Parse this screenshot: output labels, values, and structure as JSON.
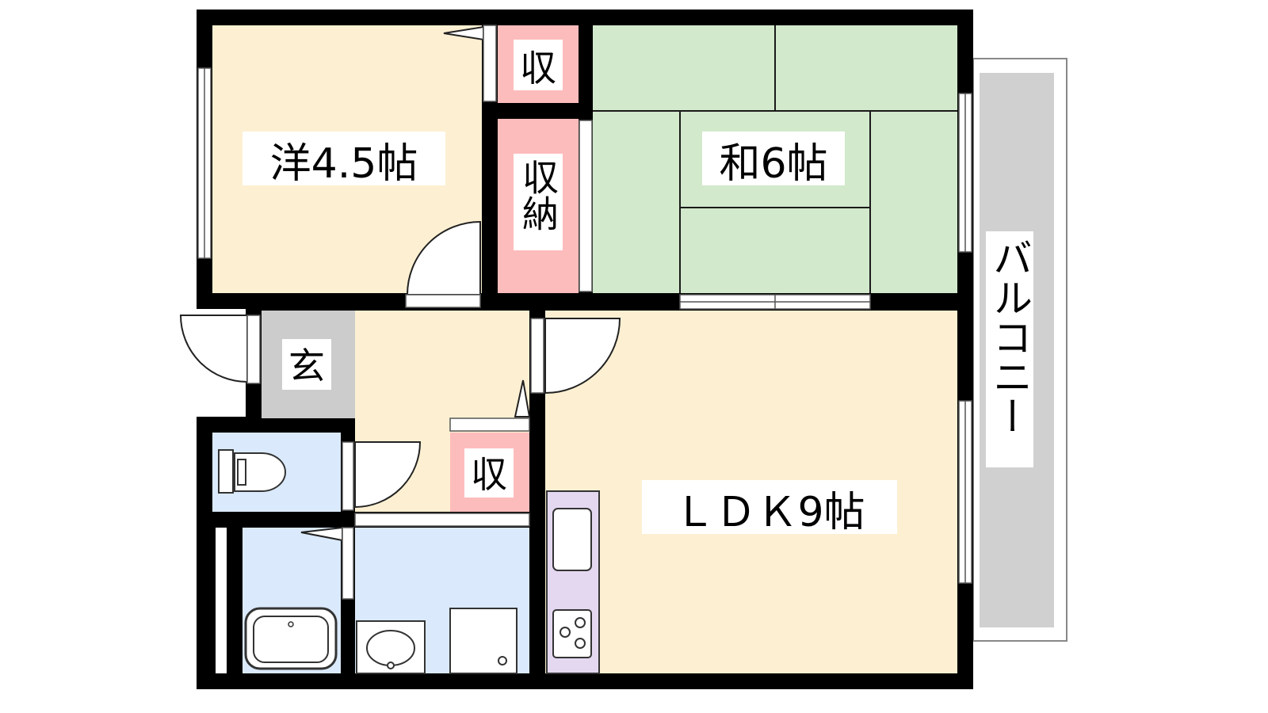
{
  "rooms": {
    "western": {
      "label": "洋4.5帖",
      "color": "#fdf0d2"
    },
    "japanese": {
      "label": "和6帖",
      "color": "#d2e9cc"
    },
    "ldk": {
      "label": "ＬＤＫ9帖",
      "color": "#fdf0d2"
    },
    "closet_top": {
      "label": "収",
      "color": "#fdbcbc"
    },
    "closet_storage": {
      "label": "収納",
      "color": "#fdbcbc"
    },
    "closet_mid": {
      "label": "収",
      "color": "#fdbcbc"
    },
    "entrance": {
      "label": "玄",
      "color": "#cccccc"
    },
    "balcony": {
      "label": "バルコニー",
      "color": "#d0d0d0"
    },
    "wet_area": {
      "color": "#dae9fb"
    },
    "kitchen": {
      "color": "#e4d8f1"
    }
  },
  "colors": {
    "wall": "#000000",
    "hall": "#fdf0d2",
    "frame": "#ffffff"
  }
}
